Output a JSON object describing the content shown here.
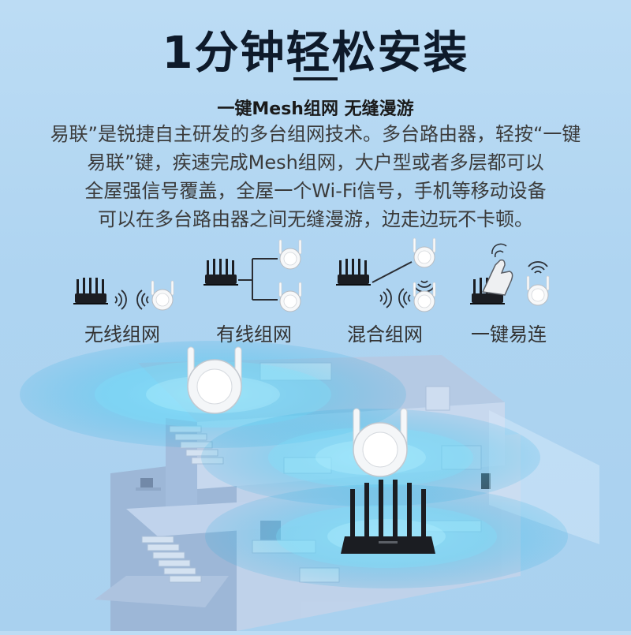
{
  "header": {
    "title": "1分钟轻松安装",
    "subtitle": "一键Mesh组网 无缝漫游"
  },
  "description": {
    "lines": [
      "易联”是锐捷自主研发的多台组网技术。多台路由器，轻按“一键",
      "易联”键，疾速完成Mesh组网，大户型或者多层都可以",
      "全屋强信号覆盖，全屋一个Wi-Fi信号，手机等移动设备",
      "可以在多台路由器之间无缝漫游，边走边玩不卡顿。"
    ]
  },
  "modes": [
    {
      "label": "无线组网",
      "icon": "wireless-mesh-icon"
    },
    {
      "label": "有线组网",
      "icon": "wired-mesh-icon"
    },
    {
      "label": "混合组网",
      "icon": "hybrid-mesh-icon"
    },
    {
      "label": "一键易连",
      "icon": "one-touch-pair-icon"
    }
  ],
  "colors": {
    "background": "#aed4f1",
    "title": "#0e1a2a",
    "coverage": "#1fb8e6",
    "router_black": "#1b1d22",
    "satellite_white": "#f4f6f8"
  }
}
